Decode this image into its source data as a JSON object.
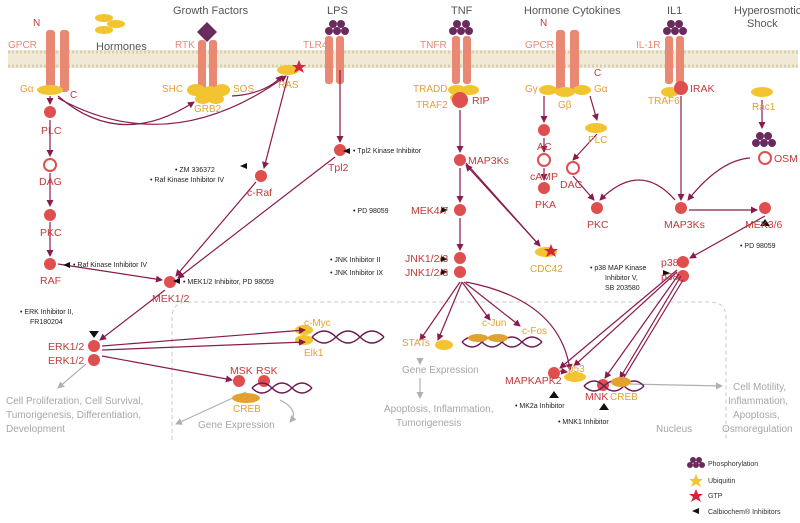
{
  "colors": {
    "arrow": "#8a1b4e",
    "membrane": "#e7e0c8",
    "receptor": "#e98873",
    "node": "#e04f4f",
    "orange_text": "#e2a230",
    "red_text": "#c23a3a",
    "gray_text": "#a6a6a6",
    "phospho": "#6b2a5e",
    "ubiquitin": "#f2c530",
    "gtp": "#d8243b",
    "helix": "#6b1a55"
  },
  "headers": {
    "growth_factors": "Growth Factors",
    "lps": "LPS",
    "tnf": "TNF",
    "hormone_cytokines": "Hormone Cytokines",
    "il1": "IL1",
    "hyperosmotic": "Hyperosmotic",
    "shock": "Shock",
    "hormones": "Hormones"
  },
  "receptors": {
    "gpcr1": "GPCR",
    "rtk": "RTK",
    "tlr4": "TLR4",
    "tnfr": "TNFR",
    "gpcr2": "GPCR",
    "il1r": "IL-1R",
    "n1": "N",
    "c1": "C",
    "n2": "N",
    "c2": "C"
  },
  "orange_labels": {
    "ga1": "Gα",
    "shc": "SHC",
    "grb2": "GRB2",
    "sos": "SOS",
    "ras": "RAS",
    "tradd": "TRADD",
    "traf2": "TRAF2",
    "gy": "Gγ",
    "gb": "Gβ",
    "ga2": "Gα",
    "plc2": "PLC",
    "traf6": "TRAF6",
    "rac1": "Rac1",
    "cdc42": "CDC42",
    "creb1": "CREB",
    "cjun": "c-Jun",
    "cfos": "c-Fos",
    "stats": "STATs",
    "cmyc": "c-Myc",
    "elk1": "Elk1",
    "p53": "p53",
    "creb2": "CREB"
  },
  "red_labels": {
    "plc1": "PLC",
    "dag1": "DAG",
    "pkc1": "PKC",
    "raf": "RAF",
    "craf": "c-Raf",
    "mek12": "MEK1/2",
    "erk1": "ERK1/2",
    "erk2": "ERK1/2",
    "msk": "MSK",
    "rsk": "RSK",
    "tpl2": "Tpl2",
    "rip": "RIP",
    "map3ks1": "MAP3Ks",
    "mek47": "MEK4/7",
    "jnk1": "JNK1/2/3",
    "jnk2": "JNK1/2/3",
    "ac": "AC",
    "camp": "cAMP",
    "pka": "PKA",
    "dag2": "DAG",
    "pkc2": "PKC",
    "irak": "IRAK",
    "map3ks2": "MAP3Ks",
    "osm": "OSM",
    "mek36": "MEK3/6",
    "p38a": "p38",
    "p38b": "p38",
    "mapkapk2": "MAPKAPK2",
    "mnk": "MNK"
  },
  "inhibitors": {
    "zm": "• ZM 336372",
    "rafiv1": "• Raf Kinase Inhibitor IV",
    "rafiv2": "• Raf Kinase Inhibitor IV",
    "mek": "• MEK1/2 Inhibitor, PD 98059",
    "erk_a": "• ERK Inhibitor II,",
    "erk_b": "FR180204",
    "tpl2": "• Tpl2 Kinase Inhibitor",
    "pd1": "• PD 98059",
    "jnk_a": "• JNK Inhibitor II",
    "jnk_b": "• JNK Inhibitor IX",
    "p38_a": "• p38 MAP Kinase",
    "p38_b": "Inhibitor V,",
    "p38_c": "SB 203580",
    "pd2": "• PD 98059",
    "mk2a": "• MK2a Inhibitor",
    "mnk1": "• MNK1 Inhibitor"
  },
  "outcomes": {
    "left_1": "Cell Proliferation, Cell Survival,",
    "left_2": "Tumorigenesis, Differentiation,",
    "left_3": "Development",
    "ge1": "Gene Expression",
    "ge2": "Gene Expression",
    "mid_1": "Apoptosis, Inflammation,",
    "mid_2": "Tumorigenesis",
    "right_1": "Cell Motility,",
    "right_2": "Inflammation,",
    "right_3": "Apoptosis,",
    "right_4": "Osmoregulation",
    "nucleus": "Nucleus"
  },
  "legend": {
    "phosphorylation": "Phosphorylation",
    "ubiquitin": "Ubiquitin",
    "gtp": "GTP",
    "inhibitors": "Calbiochem® Inhibitors"
  }
}
